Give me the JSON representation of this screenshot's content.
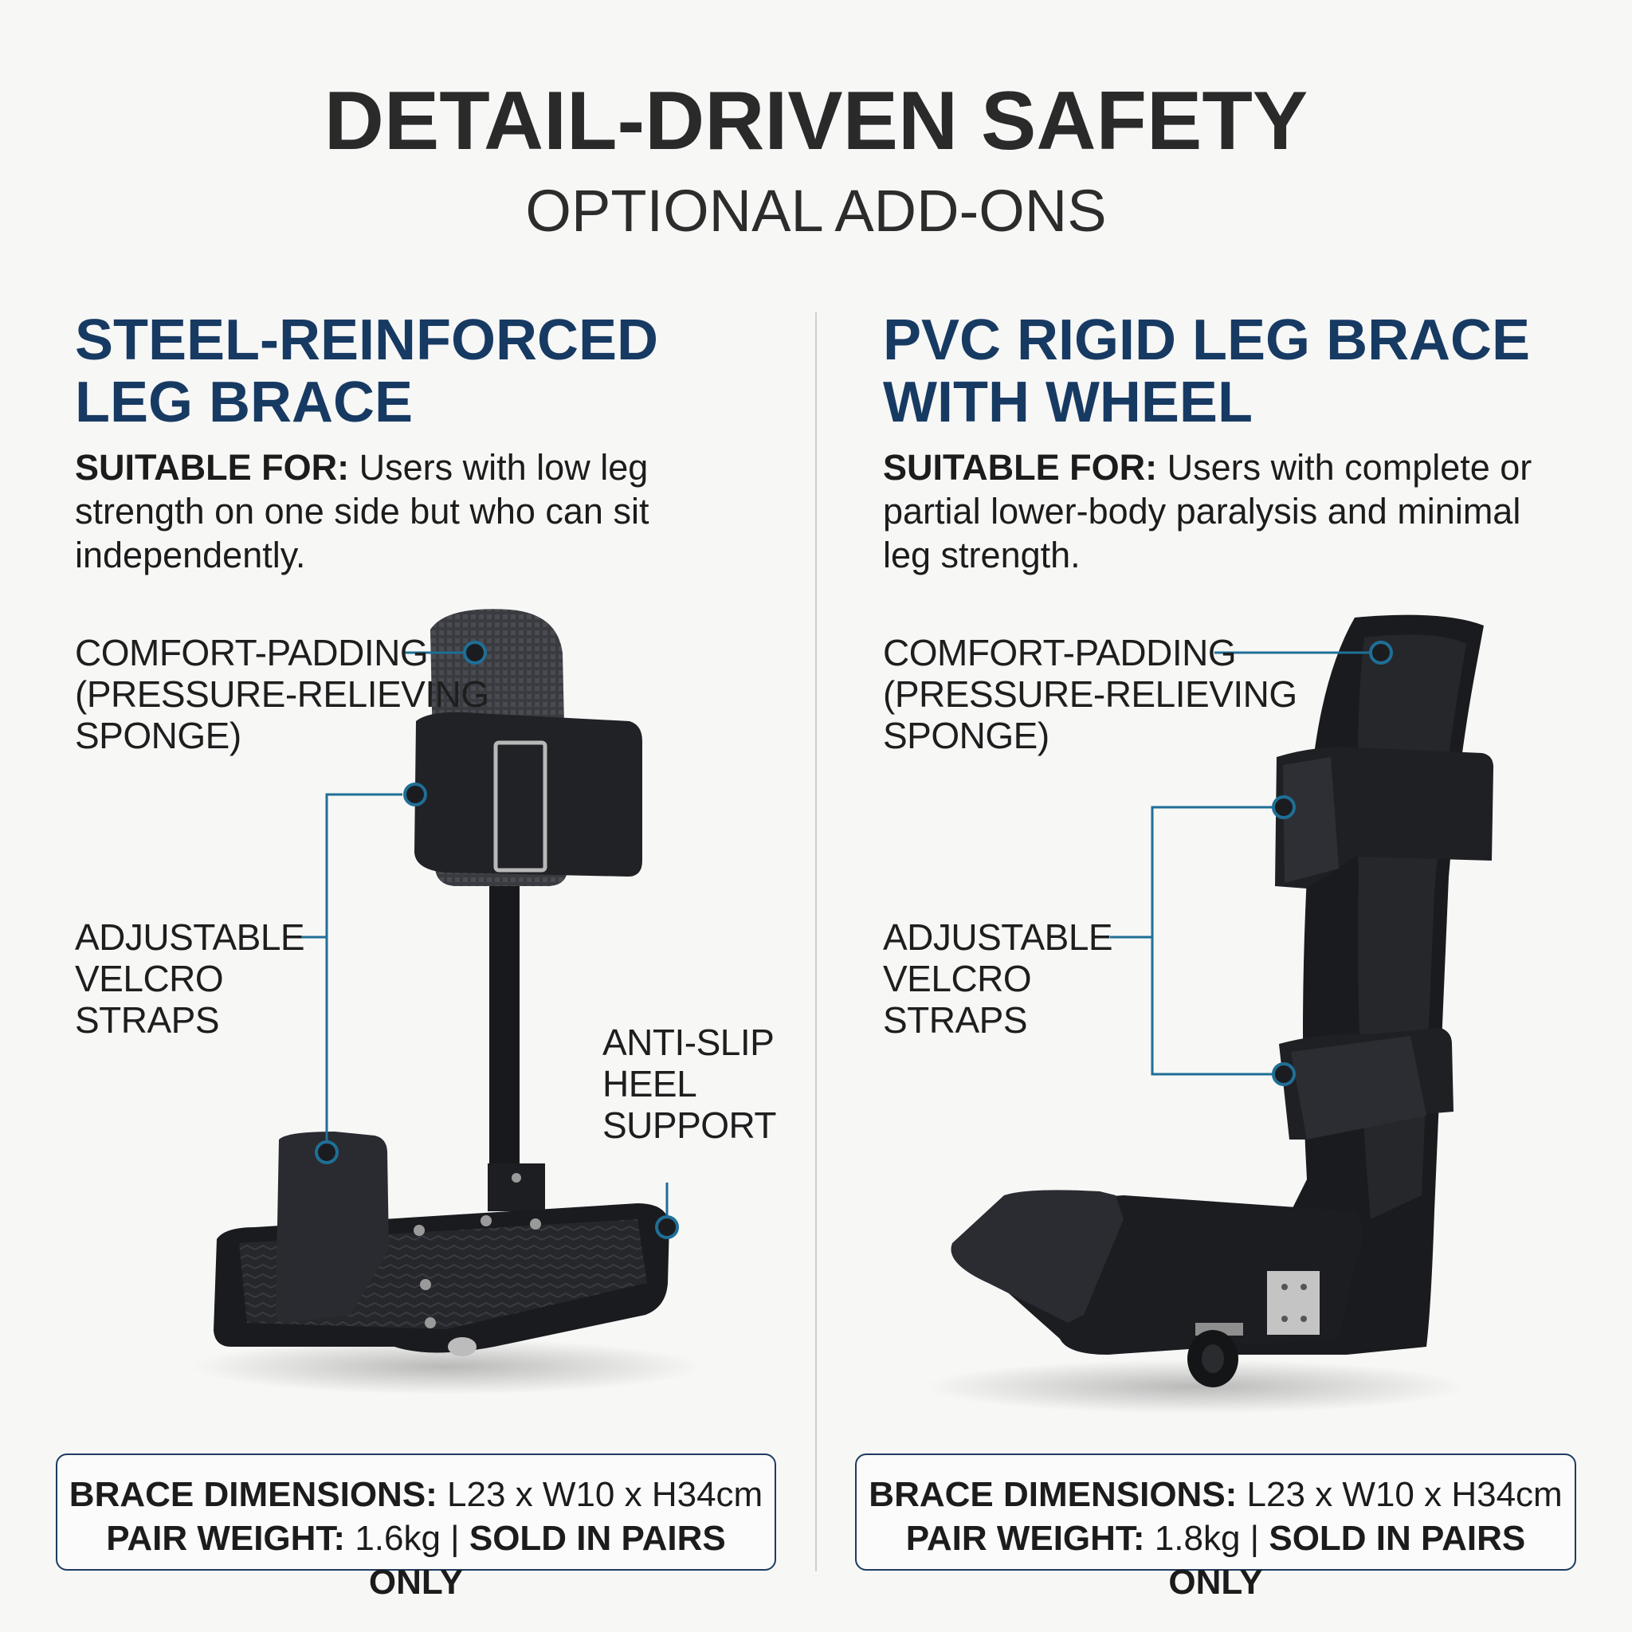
{
  "header": {
    "title": "DETAIL-DRIVEN SAFETY",
    "subtitle": "OPTIONAL ADD-ONS"
  },
  "left": {
    "heading_line1": "STEEL-REINFORCED",
    "heading_line2": "LEG BRACE",
    "suitable_label": "SUITABLE FOR:",
    "suitable_text": " Users with low leg strength on one side but who can sit independently.",
    "callouts": {
      "padding_line1": "COMFORT-PADDING",
      "padding_line2": "(PRESSURE-RELIEVING",
      "padding_line3": "SPONGE)",
      "straps_line1": "ADJUSTABLE",
      "straps_line2": "VELCRO",
      "straps_line3": "STRAPS",
      "heel_line1": "ANTI-SLIP",
      "heel_line2": "HEEL",
      "heel_line3": "SUPPORT"
    },
    "spec": {
      "dim_label": "BRACE DIMENSIONS:",
      "dim_value": " L23 x W10 x H34cm",
      "weight_label": "PAIR WEIGHT:",
      "weight_value": " 1.6kg | ",
      "pairs": "SOLD IN PAIRS ONLY"
    }
  },
  "right": {
    "heading_line1": "PVC RIGID LEG BRACE",
    "heading_line2": "WITH WHEEL",
    "suitable_label": "SUITABLE FOR:",
    "suitable_text": " Users with complete or partial lower-body paralysis and minimal leg strength.",
    "callouts": {
      "padding_line1": "COMFORT-PADDING",
      "padding_line2": "(PRESSURE-RELIEVING",
      "padding_line3": "SPONGE)",
      "straps_line1": "ADJUSTABLE",
      "straps_line2": "VELCRO",
      "straps_line3": "STRAPS"
    },
    "spec": {
      "dim_label": "BRACE DIMENSIONS:",
      "dim_value": " L23 x W10 x H34cm",
      "weight_label": "PAIR WEIGHT:",
      "weight_value": " 1.8kg | ",
      "pairs": "SOLD IN PAIRS ONLY"
    }
  },
  "colors": {
    "heading": "#173a63",
    "callout_line": "#1f6f96",
    "brace": "#1b1c1f"
  }
}
